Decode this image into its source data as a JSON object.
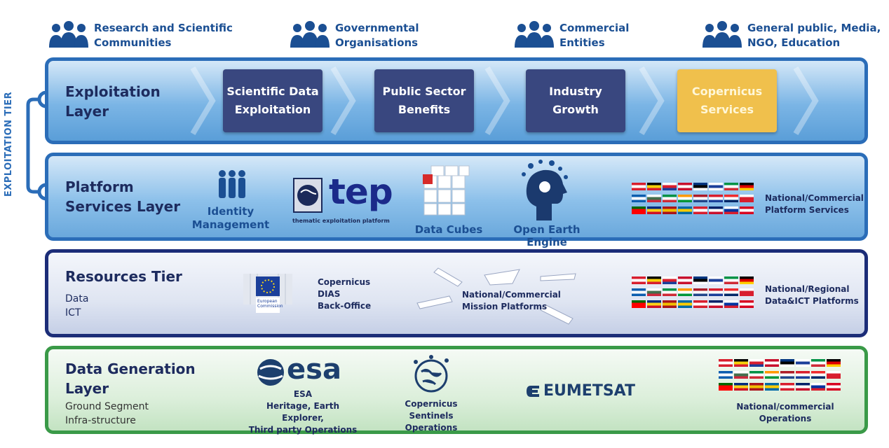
{
  "audiences": [
    {
      "line1": "Research and Scientific",
      "line2": "Communities"
    },
    {
      "line1": "Governmental",
      "line2": "Organisations"
    },
    {
      "line1": "Commercial",
      "line2": "Entities"
    },
    {
      "line1": "General public, Media,",
      "line2": "NGO, Education"
    }
  ],
  "side_label": "EXPLOITATION TIER",
  "exploitation": {
    "title1": "Exploitation",
    "title2": "Layer",
    "boxes": [
      {
        "line1": "Scientific Data",
        "line2": "Exploitation"
      },
      {
        "line1": "Public Sector",
        "line2": "Benefits"
      },
      {
        "line1": "Industry",
        "line2": "Growth"
      },
      {
        "line1": "Copernicus",
        "line2": "Services"
      }
    ]
  },
  "platform": {
    "title1": "Platform",
    "title2": "Services Layer",
    "identity1": "Identity",
    "identity2": "Management",
    "tep_logo": "tep",
    "tep_caption": "thematic exploitation platform",
    "data_cubes": "Data Cubes",
    "open_earth": "Open Earth Engine",
    "national1": "National/Commercial",
    "national2": "Platform Services"
  },
  "resources": {
    "title": "Resources Tier",
    "sub1": "Data",
    "sub2": "ICT",
    "ec_text1": "European",
    "ec_text2": "Commission",
    "dias1": "Copernicus",
    "dias2": "DIAS",
    "dias3": "Back-Office",
    "mission1": "National/Commercial",
    "mission2": "Mission Platforms",
    "national1": "National/Regional",
    "national2": "Data&ICT Platforms"
  },
  "datagen": {
    "title1": "Data Generation",
    "title2": "Layer",
    "sub1": "Ground Segment",
    "sub2": "Infra-structure",
    "esa_logo": "esa",
    "esa1": "ESA",
    "esa2": "Heritage, Earth Explorer,",
    "esa3": "Third party Operations",
    "sent1": "Copernicus Sentinels",
    "sent2": "Operations",
    "eumetsat": "EUMETSAT",
    "national1": "National/commercial",
    "national2": "Operations"
  },
  "colors": {
    "exploitation_border": "#2b6db8",
    "resources_border": "#1c2d78",
    "datagen_border": "#3a9a48",
    "box": "#39477f",
    "box_gold": "#f0c04c",
    "text_blue": "#1b4f93"
  }
}
